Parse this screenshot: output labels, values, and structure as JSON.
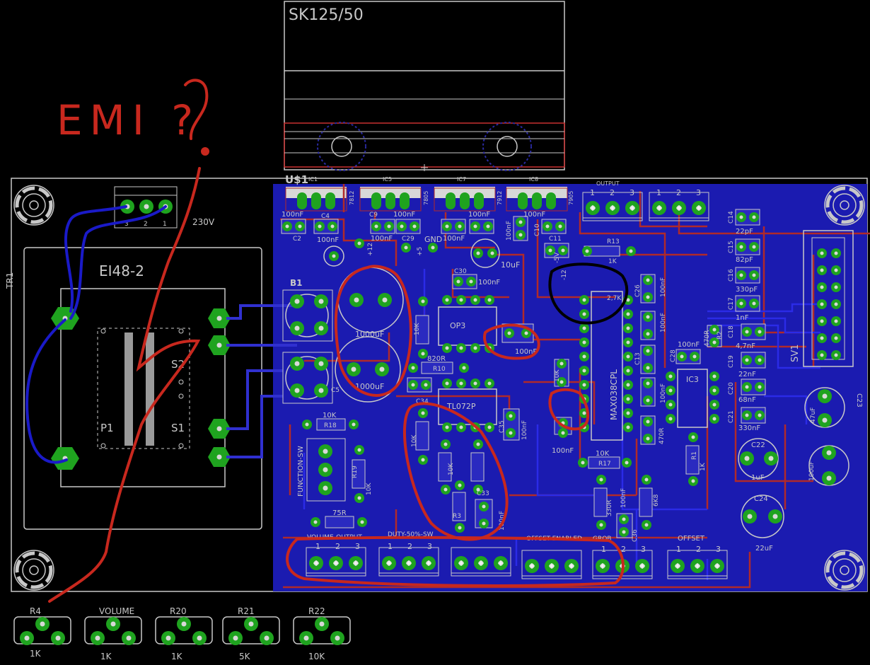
{
  "heatsink": {
    "label": "SK125/50"
  },
  "board": {
    "name": "U$1"
  },
  "transformer": {
    "side_label": "TR1",
    "core": "EI48-2",
    "voltage": "230V",
    "pins": {
      "s2": "S2",
      "s1": "S1",
      "p1": "P1"
    },
    "term_pins": [
      "3",
      "2",
      "1"
    ]
  },
  "regulators": [
    {
      "ref": "IC1",
      "type": "7812"
    },
    {
      "ref": "IC5",
      "type": "7805"
    },
    {
      "ref": "IC7",
      "type": "7912"
    },
    {
      "ref": "IC8",
      "type": "7905"
    }
  ],
  "connectors": {
    "output": "OUTPUT",
    "function_sw": "FUNCTION-SW",
    "volume_output": "VOLUME-OUTPUT",
    "duty_sw": "DUTY-50%-SW",
    "offset_enabled": "OFFSET-ENABLED",
    "grob": "GROB",
    "offset": "OFFSET",
    "header": "SV1",
    "pin_numbers": [
      "1",
      "2",
      "3"
    ]
  },
  "components": {
    "c2": "C2",
    "c4": "C4",
    "c9": "C9",
    "c29": "C29",
    "c11": "C11",
    "c10": "C10",
    "c30": "C30",
    "c34": "C34",
    "c35": "C35",
    "c5": "C5",
    "c33": "C33",
    "c36": "C36",
    "c14": "C14",
    "c15": "C15",
    "c16": "C16",
    "c17": "C17",
    "c18": "C18",
    "c19": "C19",
    "c20": "C20",
    "c21": "C21",
    "c22": "C22",
    "c23": "C23",
    "c24": "C24",
    "c26": "C26",
    "c28": "C28",
    "c13": "C13",
    "b1": "B1",
    "op3": "OP3",
    "tl072": "TL072P",
    "max038": "MAX038CPL",
    "ic3": "IC3",
    "r1": "R1",
    "r2": "R2",
    "r3": "R3",
    "r10": "R10",
    "r13": "R13",
    "r18": "R18",
    "r19": "R19",
    "r17": "R17"
  },
  "values": {
    "nf100": "100nF",
    "uf1000": "1000uF",
    "uf10": "10uF",
    "k10": "10K",
    "r820": "820R",
    "k1": "1K",
    "r75": "75R",
    "r330": "330R",
    "r470": "470R",
    "k6_8": "6K8",
    "pf22": "22pF",
    "pf82": "82pF",
    "pf330": "330pF",
    "nf1": "1nF",
    "nf4_7": "4,7nF",
    "nf22": "22nF",
    "nf68": "68nF",
    "nf330": "330nF",
    "uf1": "1uF",
    "uf22": "22uF",
    "uf100": "100uF",
    "uf47": "47uF",
    "k2_7": "2,7K",
    "gnd": "GND",
    "p12": "+12",
    "p5": "+5",
    "m12": "-12",
    "m5": "-5V"
  },
  "pots": [
    {
      "ref": "R4",
      "value": "1K"
    },
    {
      "ref": "VOLUME",
      "value": "1K"
    },
    {
      "ref": "R20",
      "value": "1K"
    },
    {
      "ref": "R21",
      "value": "5K"
    },
    {
      "ref": "R22",
      "value": "10K"
    }
  ],
  "annotation": {
    "text": "EMI ?"
  },
  "colors": {
    "background": "#000000",
    "board_fill": "#1b1bb0",
    "outline": "#c8c8c8",
    "pad": "#1fa31f",
    "trace_top": "#b02a2a",
    "trace_bottom": "#1f1fd8",
    "annotation_red": "#c8281e",
    "annotation_blue": "#1a1ac8",
    "annotation_black": "#000000"
  }
}
